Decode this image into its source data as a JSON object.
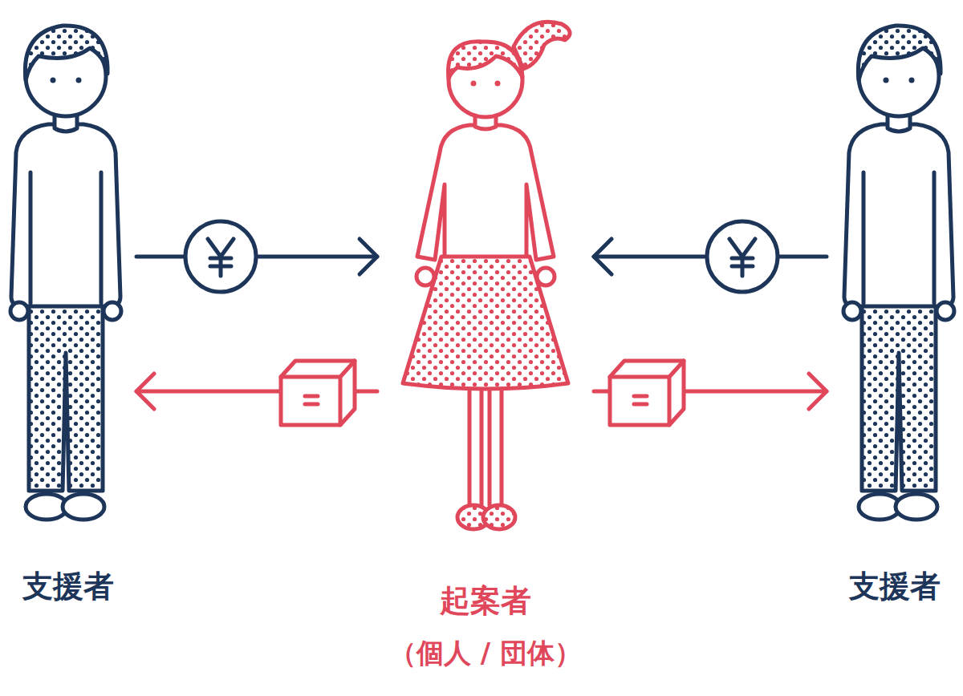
{
  "diagram": {
    "nodes": [
      {
        "text": [
          "支援者"
        ]
      },
      {
        "text": [
          "起案者",
          "（個人 / 団体）"
        ]
      },
      {
        "text": [
          "支援者"
        ]
      }
    ],
    "edges": [
      {
        "from": 0,
        "to": 1,
        "arrow": "to"
      },
      {
        "from": 1,
        "to": 0,
        "arrow": "to"
      },
      {
        "from": 2,
        "to": 1,
        "arrow": "to"
      },
      {
        "from": 1,
        "to": 2,
        "arrow": "to"
      }
    ]
  }
}
